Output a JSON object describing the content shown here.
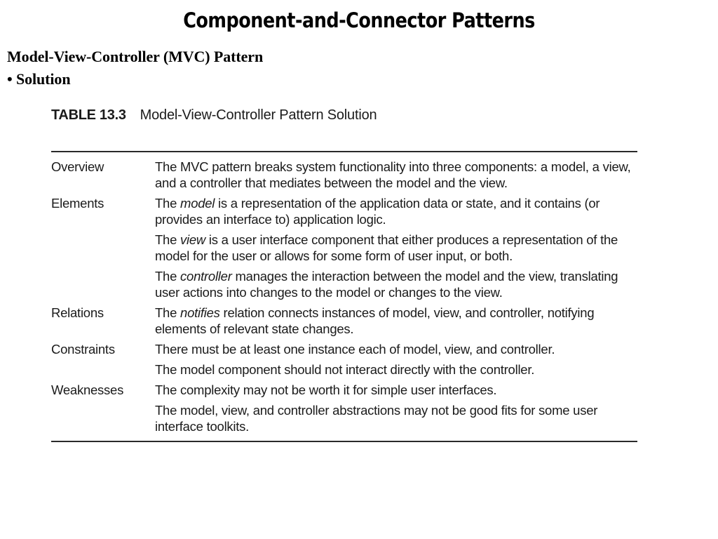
{
  "slide": {
    "title": "Component-and-Connector Patterns",
    "subtitle": "Model-View-Controller (MVC) Pattern",
    "bullet": "• Solution"
  },
  "table": {
    "caption_label": "TABLE 13.3",
    "caption_title": "Model-View-Controller Pattern Solution",
    "rows": [
      {
        "label": "Overview",
        "paragraphs": [
          {
            "segments": [
              {
                "text": "The MVC pattern breaks system functionality into three components: a model, a view, and a controller that mediates between the model and the view.",
                "italic": false
              }
            ]
          }
        ]
      },
      {
        "label": "Elements",
        "paragraphs": [
          {
            "segments": [
              {
                "text": "The ",
                "italic": false
              },
              {
                "text": "model",
                "italic": true
              },
              {
                "text": " is a representation of the application data or state, and it contains (or provides an interface to) application logic.",
                "italic": false
              }
            ]
          },
          {
            "segments": [
              {
                "text": "The ",
                "italic": false
              },
              {
                "text": "view",
                "italic": true
              },
              {
                "text": " is a user interface component that either produces a representation of the model for the user or allows for some form of user input, or both.",
                "italic": false
              }
            ]
          },
          {
            "segments": [
              {
                "text": "The ",
                "italic": false
              },
              {
                "text": "controller",
                "italic": true
              },
              {
                "text": " manages the interaction between the model and the view, translating user actions into changes to the model or changes to the view.",
                "italic": false
              }
            ]
          }
        ]
      },
      {
        "label": "Relations",
        "paragraphs": [
          {
            "segments": [
              {
                "text": "The ",
                "italic": false
              },
              {
                "text": "notifies",
                "italic": true
              },
              {
                "text": " relation connects instances of model, view, and controller, notifying elements of relevant state changes.",
                "italic": false
              }
            ]
          }
        ]
      },
      {
        "label": "Constraints",
        "paragraphs": [
          {
            "segments": [
              {
                "text": "There must be at least one instance each of model, view, and controller.",
                "italic": false
              }
            ]
          },
          {
            "segments": [
              {
                "text": "The model component should not interact directly with the controller.",
                "italic": false
              }
            ]
          }
        ]
      },
      {
        "label": "Weaknesses",
        "paragraphs": [
          {
            "segments": [
              {
                "text": "The complexity may not be worth it for simple user interfaces.",
                "italic": false
              }
            ]
          },
          {
            "segments": [
              {
                "text": "The model, view, and controller abstractions may not be good fits for some user interface toolkits.",
                "italic": false
              }
            ]
          }
        ]
      }
    ]
  },
  "colors": {
    "background": "#ffffff",
    "text": "#1b1b1b",
    "heading": "#000000",
    "rule": "#2a2a2a"
  }
}
